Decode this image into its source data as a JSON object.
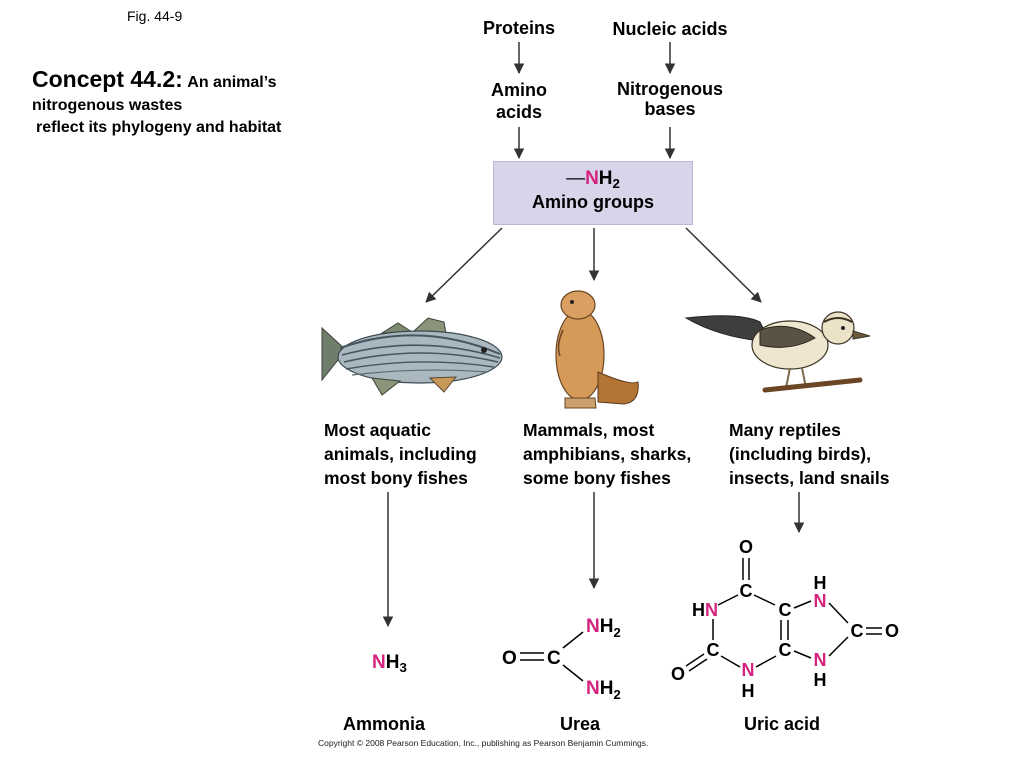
{
  "figure": {
    "label": "Fig. 44-9"
  },
  "concept": {
    "number": "Concept 44.2:",
    "subtitle": "An animal’s",
    "line2": "nitrogenous wastes",
    "line3": "reflect its phylogeny and habitat"
  },
  "sources": {
    "proteins": "Proteins",
    "nucleic_acids": "Nucleic acids",
    "amino_acids": [
      "Amino",
      "acids"
    ],
    "nitrogenous_bases": [
      "Nitrogenous",
      "bases"
    ]
  },
  "amino_groups": {
    "formula_n": "N",
    "formula_h": "H",
    "formula_sub": "2",
    "label": "Amino groups"
  },
  "groups": [
    {
      "lines": [
        "Most aquatic",
        "animals, including",
        "most bony fishes"
      ],
      "waste": "Ammonia",
      "animal_icon": "fish-icon"
    },
    {
      "lines": [
        "Mammals, most",
        "amphibians, sharks,",
        "some bony fishes"
      ],
      "waste": "Urea",
      "animal_icon": "prairie-dog-icon"
    },
    {
      "lines": [
        "Many reptiles",
        "(including birds),",
        "insects, land snails"
      ],
      "waste": "Uric acid",
      "animal_icon": "bird-icon"
    }
  ],
  "molecules": {
    "ammonia": {
      "n": "N",
      "h": "H",
      "sub": "3"
    },
    "urea": {
      "o": "O",
      "c": "C",
      "n": "N",
      "h": "H",
      "sub": "2"
    },
    "uric_acid": {
      "o": "O",
      "c": "C",
      "n": "N",
      "h": "H",
      "hn_h": "H",
      "hn_n": "N"
    }
  },
  "colors": {
    "nitrogen": "#d4237e",
    "box": "#d6d5ea",
    "arrow": "#333333"
  },
  "copyright": "Copyright © 2008 Pearson Education, Inc., publishing as Pearson Benjamin Cummings."
}
